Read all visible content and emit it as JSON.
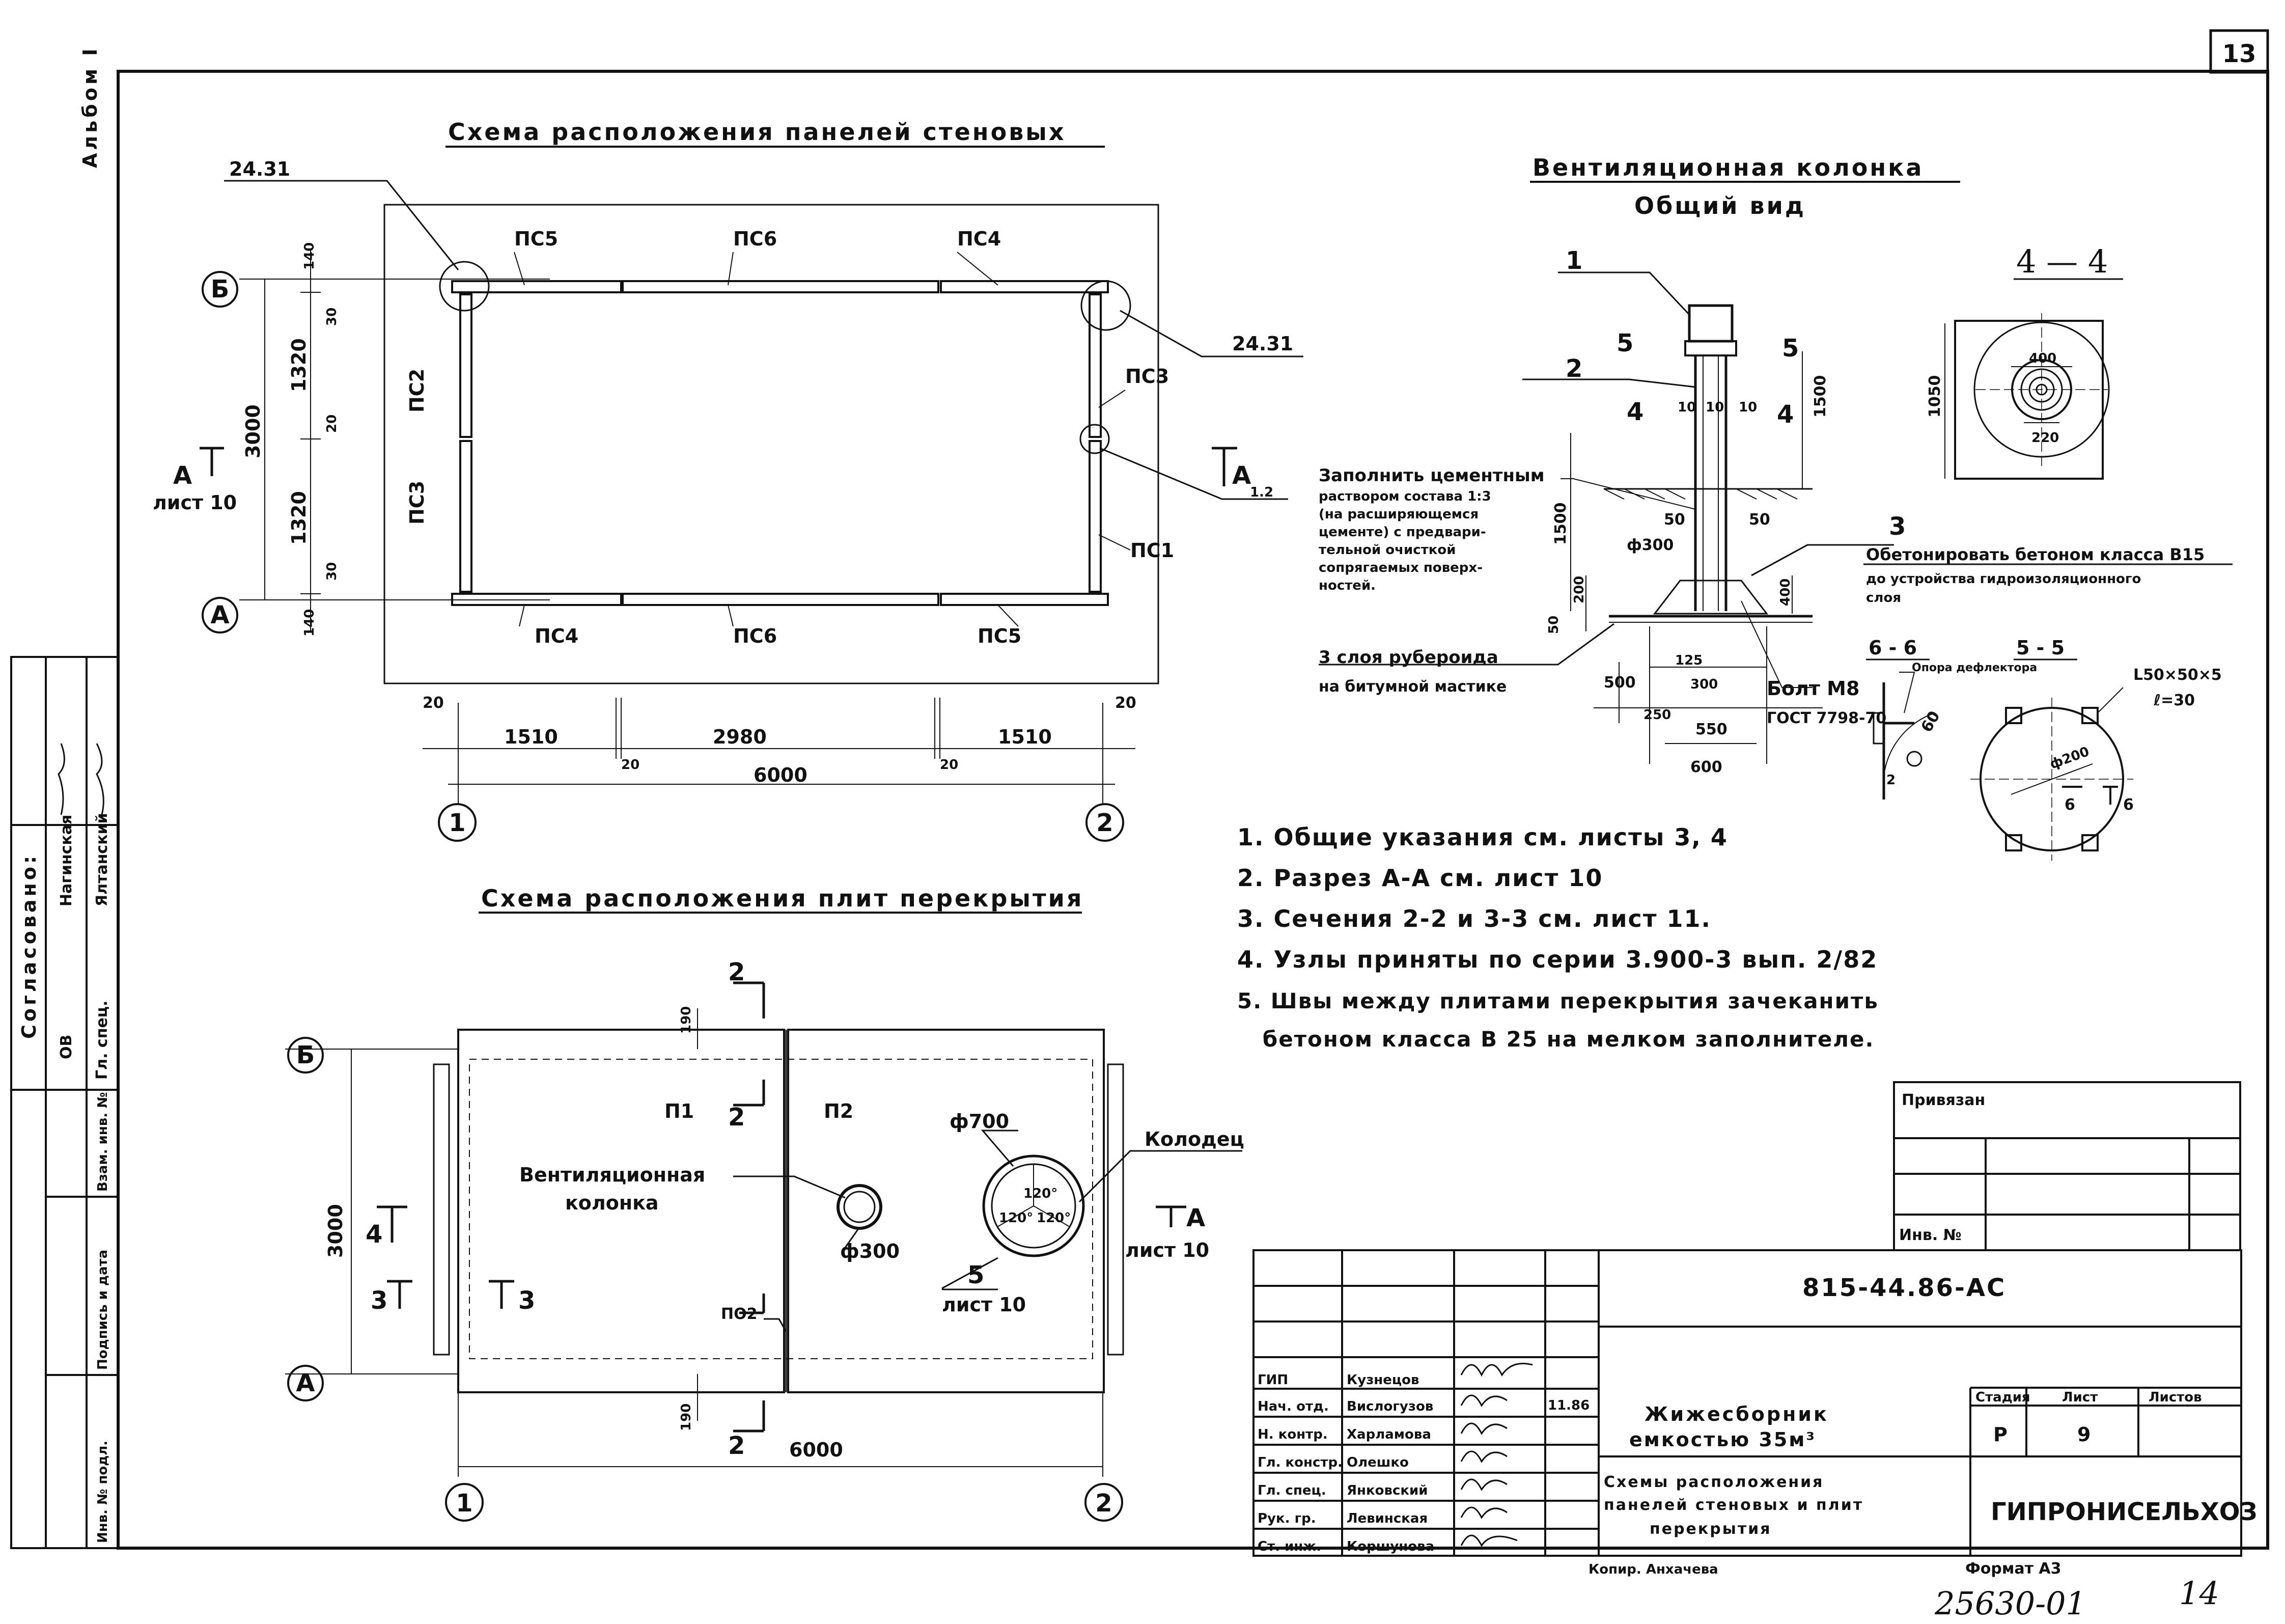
{
  "sheet": {
    "page_number": "13",
    "album": "Альбом I",
    "handwritten_code": "25630-01",
    "handwritten_page": "14",
    "copied_by": "Копир. Анхачева",
    "format": "Формат А3"
  },
  "wall_plan": {
    "title": "Схема расположения панелей стеновых",
    "axis_b": "Б",
    "axis_a": "А",
    "axis_1": "1",
    "axis_2": "2",
    "node_ref_left": "24.31",
    "node_ref_right": "24.31",
    "panels": [
      "ПС5",
      "ПС6",
      "ПС4",
      "ПС2",
      "ПС3",
      "ПС3",
      "ПС1",
      "ПС4",
      "ПС6",
      "ПС5"
    ],
    "section_a_left": "А",
    "section_a_left_ref": "лист 10",
    "section_a_right": "А",
    "section_a_right_ref": "1.2",
    "dims": {
      "total_height": "3000",
      "h1320_top": "1320",
      "h1320_bottom": "1320",
      "h140_top": "140",
      "h140_bottom": "140",
      "h30_top": "30",
      "h30_bottom": "30",
      "h20_mid": "20",
      "w20_left": "20",
      "w20_right": "20",
      "w1510_left": "1510",
      "w2980": "2980",
      "w1510_right": "1510",
      "w20_gap_left": "20",
      "w20_gap_right": "20",
      "total_width": "6000"
    }
  },
  "slab_plan": {
    "title": "Схема расположения плит перекрытия",
    "axis_b": "Б",
    "axis_a": "А",
    "axis_1": "1",
    "axis_2": "2",
    "slab_1": "П1",
    "slab_2": "П2",
    "slab_2_part": "ПО2",
    "section_2_top": "2",
    "section_2_mid": "2",
    "section_2_bottom": "2",
    "section_3_left": "3",
    "section_3_right": "3",
    "section_4_left": "4",
    "section_a_right": "А",
    "section_a_right_ref": "лист 10",
    "vent_label_1": "Вентиляционная",
    "vent_label_2": "колонка",
    "vent_dia": "ф300",
    "well_label": "Колодец",
    "well_dia": "ф700",
    "angle_120_a": "120°",
    "angle_120_b": "120°",
    "angle_120_c": "120°",
    "node_5": "5",
    "node_5_ref": "лист 10",
    "dim_3000": "3000",
    "dim_190_top": "190",
    "dim_190_bottom": "190",
    "dim_6000": "6000"
  },
  "vent_column": {
    "title": "Вентиляционная колонка",
    "subtitle": "Общий вид",
    "callout_1": "1",
    "callout_2": "2",
    "callout_3": "3",
    "callout_5_left": "5",
    "callout_5_right": "5",
    "callout_4_left": "4",
    "callout_4_right": "4",
    "note_fill": [
      "Заполнить цементным",
      "раствором состава 1:3",
      "(на расширяющемся",
      "цементе) с предвари-",
      "тельной очисткой",
      "сопрягаемых поверх-",
      "ностей."
    ],
    "note_concrete": [
      "Обетонировать бетоном класса В15",
      "до устройства гидроизоляционного",
      "слоя"
    ],
    "note_ruberoid": [
      "3 слоя рубероида",
      "на битумной мастике"
    ],
    "bolt": "Болт М8",
    "bolt_std": "ГОСТ 7798-70",
    "dims": {
      "d10_l": "10",
      "d10_r": "10",
      "d10_m": "10",
      "d1500_right": "1500",
      "d1500_left": "1500",
      "d50_l": "50",
      "d50_r": "50",
      "d300": "ф300",
      "d200": "200",
      "d400": "400",
      "d50_bot": "50",
      "d500": "500",
      "d125": "125",
      "d300b": "300",
      "d250": "250",
      "d550": "550",
      "d600": "600"
    }
  },
  "section_44": {
    "title": "4 — 4",
    "d1050": "1050",
    "d400": "400",
    "d220": "220"
  },
  "section_66": {
    "title": "6 - 6",
    "label": "Опора дефлектора",
    "d60": "60",
    "d2": "2"
  },
  "section_55": {
    "title": "5 - 5",
    "angle": "L50×50×5",
    "length": "ℓ=30",
    "dia": "ф200",
    "cut": "6",
    "cut2": "6"
  },
  "notes": [
    "1. Общие указания см. листы 3, 4",
    "2. Разрез А-А см. лист 10",
    "3. Сечения 2-2 и 3-3 см. лист 11.",
    "4. Узлы приняты по серии 3.900-3 вып. 2/82",
    "5. Швы между плитами перекрытия зачеканить",
    "   бетоном класса В 25 на мелком заполнителе."
  ],
  "binding_box": {
    "label": "Привязан",
    "inv": "Инв. №"
  },
  "approval_strip": {
    "title": "Согласовано:",
    "row1_dept": "ОВ",
    "row1_name": "Нагинская",
    "row2_dept": "Гл. спец.",
    "row2_name": "Ялтанский",
    "col_1": "Взам. инв. №",
    "col_2": "Подпись и дата",
    "col_3": "Инв. № подл."
  },
  "title_block": {
    "code": "815-44.86-АС",
    "object_1": "Жижесборник",
    "object_2": "емкостью 35м³",
    "sheet_1": "Схемы расположения",
    "sheet_2": "панелей стеновых и плит",
    "sheet_3": "перекрытия",
    "stage_label": "Стадия",
    "sheet_label": "Лист",
    "sheets_label": "Листов",
    "stage": "Р",
    "sheet_no": "9",
    "organization": "ГИПРОНИСЕЛЬХОЗ",
    "date": "11.86",
    "staff": [
      {
        "role": "ГИП",
        "name": "Кузнецов"
      },
      {
        "role": "Нач. отд.",
        "name": "Вислогузов"
      },
      {
        "role": "Н. контр.",
        "name": "Харламова"
      },
      {
        "role": "Гл. констр.",
        "name": "Олешко"
      },
      {
        "role": "Гл. спец.",
        "name": "Янковский"
      },
      {
        "role": "Рук. гр.",
        "name": "Левинская"
      },
      {
        "role": "Ст. инж.",
        "name": "Коршунова"
      }
    ]
  }
}
